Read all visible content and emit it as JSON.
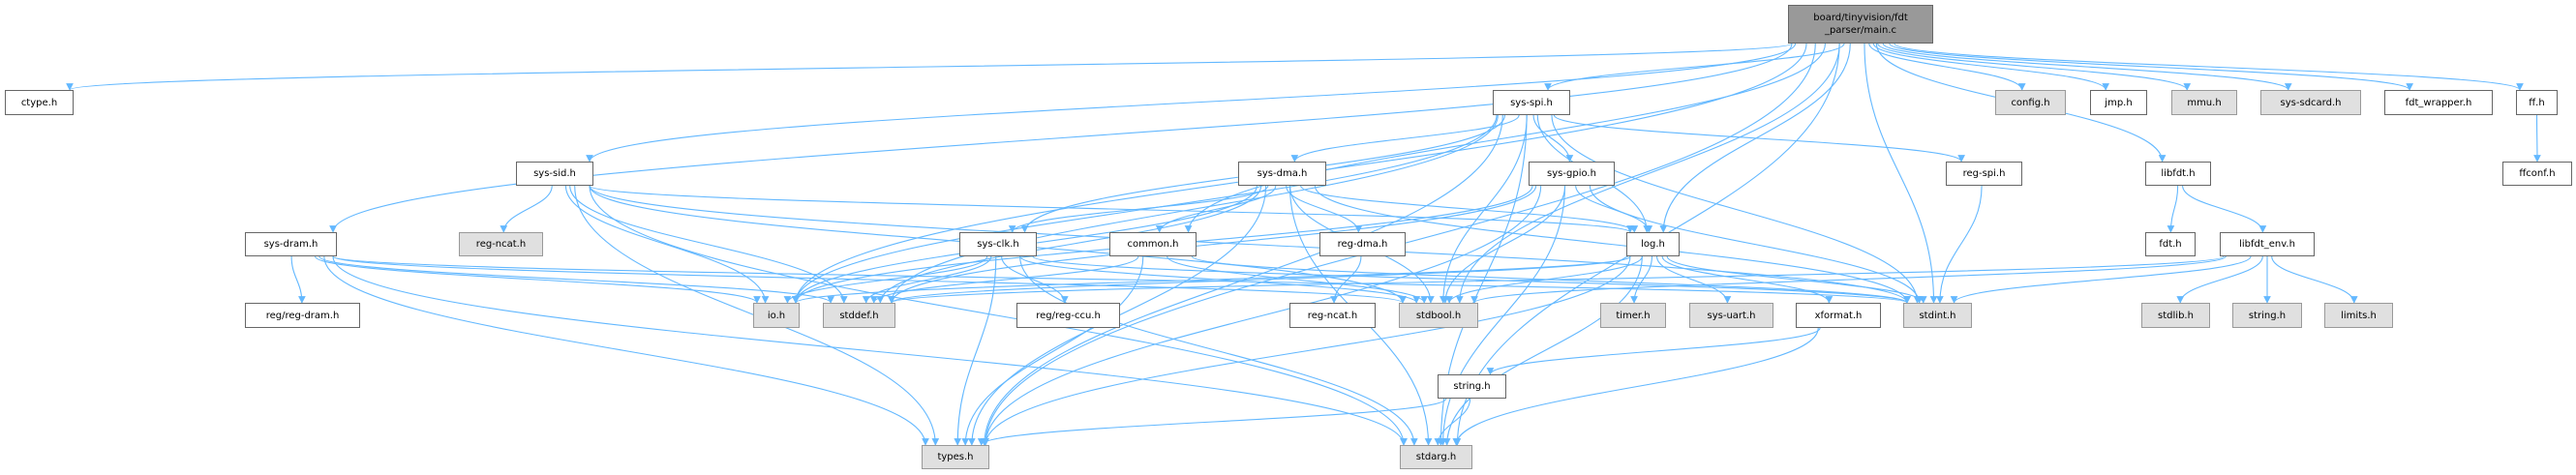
{
  "graph": {
    "edge_color": "#63b8ff",
    "nodes": {
      "main": {
        "label": "board/tinyvision/fdt\n_parser/main.c",
        "kind": "root"
      },
      "ctype": {
        "label": "ctype.h",
        "kind": "doc"
      },
      "sys_spi": {
        "label": "sys-spi.h",
        "kind": "doc"
      },
      "config": {
        "label": "config.h",
        "kind": "ext"
      },
      "jmp": {
        "label": "jmp.h",
        "kind": "doc"
      },
      "mmu": {
        "label": "mmu.h",
        "kind": "ext"
      },
      "sys_sdcard": {
        "label": "sys-sdcard.h",
        "kind": "ext"
      },
      "fdt_wrapper": {
        "label": "fdt_wrapper.h",
        "kind": "doc"
      },
      "ff": {
        "label": "ff.h",
        "kind": "doc"
      },
      "sys_sid": {
        "label": "sys-sid.h",
        "kind": "doc"
      },
      "sys_dma": {
        "label": "sys-dma.h",
        "kind": "doc"
      },
      "sys_gpio": {
        "label": "sys-gpio.h",
        "kind": "doc"
      },
      "reg_spi": {
        "label": "reg-spi.h",
        "kind": "doc"
      },
      "libfdt": {
        "label": "libfdt.h",
        "kind": "doc"
      },
      "ffconf": {
        "label": "ffconf.h",
        "kind": "doc"
      },
      "sys_dram": {
        "label": "sys-dram.h",
        "kind": "doc"
      },
      "reg_ncat_ext": {
        "label": "reg-ncat.h",
        "kind": "ext"
      },
      "sys_clk": {
        "label": "sys-clk.h",
        "kind": "doc"
      },
      "common": {
        "label": "common.h",
        "kind": "doc"
      },
      "reg_dma": {
        "label": "reg-dma.h",
        "kind": "doc"
      },
      "log": {
        "label": "log.h",
        "kind": "doc"
      },
      "fdt": {
        "label": "fdt.h",
        "kind": "doc"
      },
      "libfdt_env": {
        "label": "libfdt_env.h",
        "kind": "doc"
      },
      "reg_dram": {
        "label": "reg/reg-dram.h",
        "kind": "doc"
      },
      "io": {
        "label": "io.h",
        "kind": "ext"
      },
      "stddef": {
        "label": "stddef.h",
        "kind": "ext"
      },
      "reg_ccu": {
        "label": "reg/reg-ccu.h",
        "kind": "doc"
      },
      "reg_ncat": {
        "label": "reg-ncat.h",
        "kind": "doc"
      },
      "stdbool": {
        "label": "stdbool.h",
        "kind": "ext"
      },
      "timer": {
        "label": "timer.h",
        "kind": "ext"
      },
      "sys_uart": {
        "label": "sys-uart.h",
        "kind": "ext"
      },
      "xformat": {
        "label": "xformat.h",
        "kind": "doc"
      },
      "stdint": {
        "label": "stdint.h",
        "kind": "ext"
      },
      "stdlib": {
        "label": "stdlib.h",
        "kind": "ext"
      },
      "string_ext": {
        "label": "string.h",
        "kind": "ext"
      },
      "limits": {
        "label": "limits.h",
        "kind": "ext"
      },
      "string": {
        "label": "string.h",
        "kind": "doc"
      },
      "types": {
        "label": "types.h",
        "kind": "ext"
      },
      "stdarg": {
        "label": "stdarg.h",
        "kind": "ext"
      }
    },
    "edges": [
      [
        "main",
        "ctype"
      ],
      [
        "main",
        "sys_dram"
      ],
      [
        "main",
        "sys_sid"
      ],
      [
        "main",
        "io"
      ],
      [
        "main",
        "types"
      ],
      [
        "main",
        "common"
      ],
      [
        "main",
        "sys_spi"
      ],
      [
        "main",
        "log"
      ],
      [
        "main",
        "stdbool"
      ],
      [
        "main",
        "stdint"
      ],
      [
        "main",
        "config"
      ],
      [
        "main",
        "jmp"
      ],
      [
        "main",
        "mmu"
      ],
      [
        "main",
        "sys_sdcard"
      ],
      [
        "main",
        "fdt_wrapper"
      ],
      [
        "main",
        "ff"
      ],
      [
        "main",
        "libfdt"
      ],
      [
        "main",
        "stdarg"
      ],
      [
        "sys_spi",
        "sys_dma"
      ],
      [
        "sys_spi",
        "sys_gpio"
      ],
      [
        "sys_spi",
        "sys_clk"
      ],
      [
        "sys_spi",
        "log"
      ],
      [
        "sys_spi",
        "stdbool"
      ],
      [
        "sys_spi",
        "stdint"
      ],
      [
        "sys_spi",
        "reg_spi"
      ],
      [
        "sys_spi",
        "io"
      ],
      [
        "sys_spi",
        "stddef"
      ],
      [
        "sys_spi",
        "types"
      ],
      [
        "sys_spi",
        "stdarg"
      ],
      [
        "sys_sid",
        "reg_ncat_ext"
      ],
      [
        "sys_sid",
        "io"
      ],
      [
        "sys_sid",
        "stddef"
      ],
      [
        "sys_sid",
        "types"
      ],
      [
        "sys_sid",
        "stdarg"
      ],
      [
        "sys_sid",
        "stdint"
      ],
      [
        "sys_sid",
        "stdbool"
      ],
      [
        "sys_sid",
        "log"
      ],
      [
        "sys_dram",
        "reg_dram"
      ],
      [
        "sys_dram",
        "io"
      ],
      [
        "sys_dram",
        "stddef"
      ],
      [
        "sys_dram",
        "types"
      ],
      [
        "sys_dram",
        "stdarg"
      ],
      [
        "sys_dram",
        "stdint"
      ],
      [
        "sys_dram",
        "stdbool"
      ],
      [
        "sys_dma",
        "common"
      ],
      [
        "sys_dma",
        "reg_dma"
      ],
      [
        "sys_dma",
        "sys_clk"
      ],
      [
        "sys_dma",
        "log"
      ],
      [
        "sys_dma",
        "stdbool"
      ],
      [
        "sys_dma",
        "stdint"
      ],
      [
        "sys_dma",
        "io"
      ],
      [
        "sys_dma",
        "stddef"
      ],
      [
        "sys_dma",
        "types"
      ],
      [
        "sys_dma",
        "stdarg"
      ],
      [
        "sys_gpio",
        "log"
      ],
      [
        "sys_gpio",
        "stdbool"
      ],
      [
        "sys_gpio",
        "stdint"
      ],
      [
        "sys_gpio",
        "io"
      ],
      [
        "sys_gpio",
        "stddef"
      ],
      [
        "sys_gpio",
        "types"
      ],
      [
        "sys_gpio",
        "stdarg"
      ],
      [
        "sys_clk",
        "reg_ccu"
      ],
      [
        "sys_clk",
        "io"
      ],
      [
        "sys_clk",
        "stddef"
      ],
      [
        "sys_clk",
        "types"
      ],
      [
        "sys_clk",
        "stdarg"
      ],
      [
        "sys_clk",
        "stdbool"
      ],
      [
        "sys_clk",
        "stdint"
      ],
      [
        "common",
        "types"
      ],
      [
        "common",
        "stdbool"
      ],
      [
        "common",
        "stdint"
      ],
      [
        "common",
        "stddef"
      ],
      [
        "reg_dma",
        "reg_ncat"
      ],
      [
        "log",
        "timer"
      ],
      [
        "log",
        "sys_uart"
      ],
      [
        "log",
        "xformat"
      ],
      [
        "log",
        "stdbool"
      ],
      [
        "log",
        "stdint"
      ],
      [
        "log",
        "stddef"
      ],
      [
        "log",
        "types"
      ],
      [
        "log",
        "stdarg"
      ],
      [
        "log",
        "io"
      ],
      [
        "xformat",
        "string"
      ],
      [
        "xformat",
        "stdarg"
      ],
      [
        "string",
        "types"
      ],
      [
        "string",
        "stdarg"
      ],
      [
        "reg_spi",
        "stdint"
      ],
      [
        "libfdt",
        "fdt"
      ],
      [
        "libfdt",
        "libfdt_env"
      ],
      [
        "libfdt_env",
        "stdlib"
      ],
      [
        "libfdt_env",
        "string_ext"
      ],
      [
        "libfdt_env",
        "limits"
      ],
      [
        "libfdt_env",
        "stdint"
      ],
      [
        "libfdt_env",
        "stddef"
      ],
      [
        "libfdt_env",
        "stdbool"
      ],
      [
        "ff",
        "ffconf"
      ]
    ]
  }
}
